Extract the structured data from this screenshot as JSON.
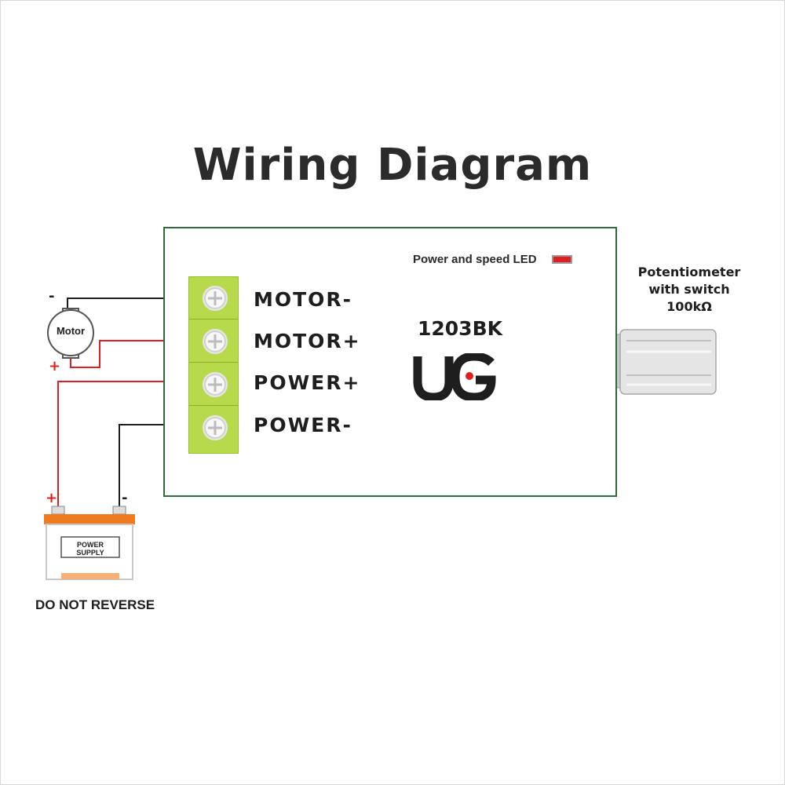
{
  "title": "Wiring Diagram",
  "board": {
    "led_label": "Power and speed LED",
    "model": "1203BK",
    "logo": "UG"
  },
  "terminals": [
    {
      "label": "MOTOR-"
    },
    {
      "label": "MOTOR+"
    },
    {
      "label": "POWER+"
    },
    {
      "label": "POWER-"
    }
  ],
  "potentiometer": {
    "line1": "Potentiometer",
    "line2": "with switch",
    "line3": "100kΩ"
  },
  "motor": {
    "label": "Motor",
    "minus": "-",
    "plus": "+"
  },
  "power_supply": {
    "label": "POWER SUPPLY",
    "plus": "+",
    "minus": "-",
    "warning": "DO NOT REVERSE"
  },
  "colors": {
    "positive_wire": "#e02020",
    "negative_wire": "#1e1e1e",
    "board_border": "#2f6b3a",
    "terminal_block": "#b7d94c",
    "potentiometer": "#2e9e4a",
    "battery_top": "#f07a1e",
    "logo_red": "#e02020"
  },
  "icons": [
    "screw-icon",
    "motor-icon",
    "battery-icon",
    "potentiometer-icon",
    "led-icon",
    "logo-icon"
  ]
}
